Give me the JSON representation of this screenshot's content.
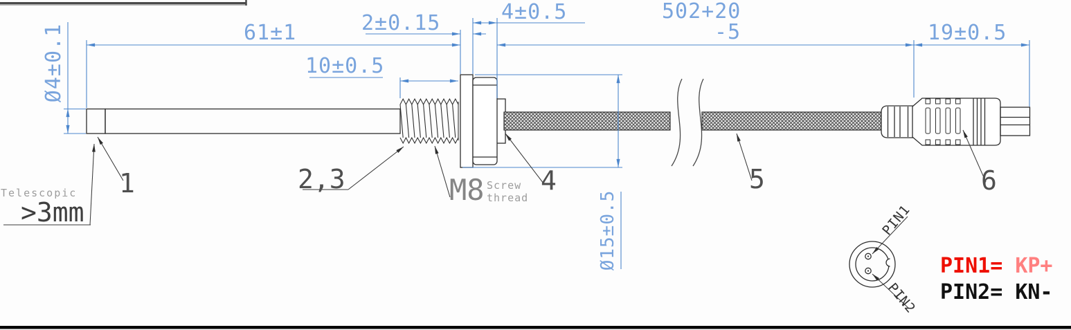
{
  "dimensions": {
    "probe_diameter": "Ø4±0.1",
    "probe_length": "61±1",
    "thread_length": "10±0.5",
    "flange_thickness": "2±0.15",
    "nut_width": "4±0.5",
    "cable_length": "502+20",
    "cable_length_tol": "-5",
    "connector_length": "19±0.5",
    "nut_diameter": "Ø15±0.5"
  },
  "part_labels": {
    "tip": "1",
    "washer_nut": "2,3",
    "hex": "4",
    "cable": "5",
    "connector": "6"
  },
  "notes": {
    "telescopic_label": "Telescopic",
    "telescopic_value": ">3mm",
    "thread_size": "M8",
    "thread_note_1": "Screw",
    "thread_note_2": "thread"
  },
  "pin_diagram": {
    "pin1": "PIN1",
    "pin2": "PIN2"
  },
  "legend": {
    "pin1_name": "PIN1=",
    "pin1_value": "KP+",
    "pin2_name": "PIN2=",
    "pin2_value": "KN-"
  },
  "colors": {
    "dimension_blue": "#4d87cd",
    "dimension_text_blue": "#79a4dd",
    "linework_dark": "#2e2e2e",
    "label_gray": "#4f4f4f",
    "note_gray": "#9c9c9c",
    "pin1_red": "#ee0f00",
    "pin1_value_red": "#ff8080",
    "legend_black": "#111111"
  }
}
